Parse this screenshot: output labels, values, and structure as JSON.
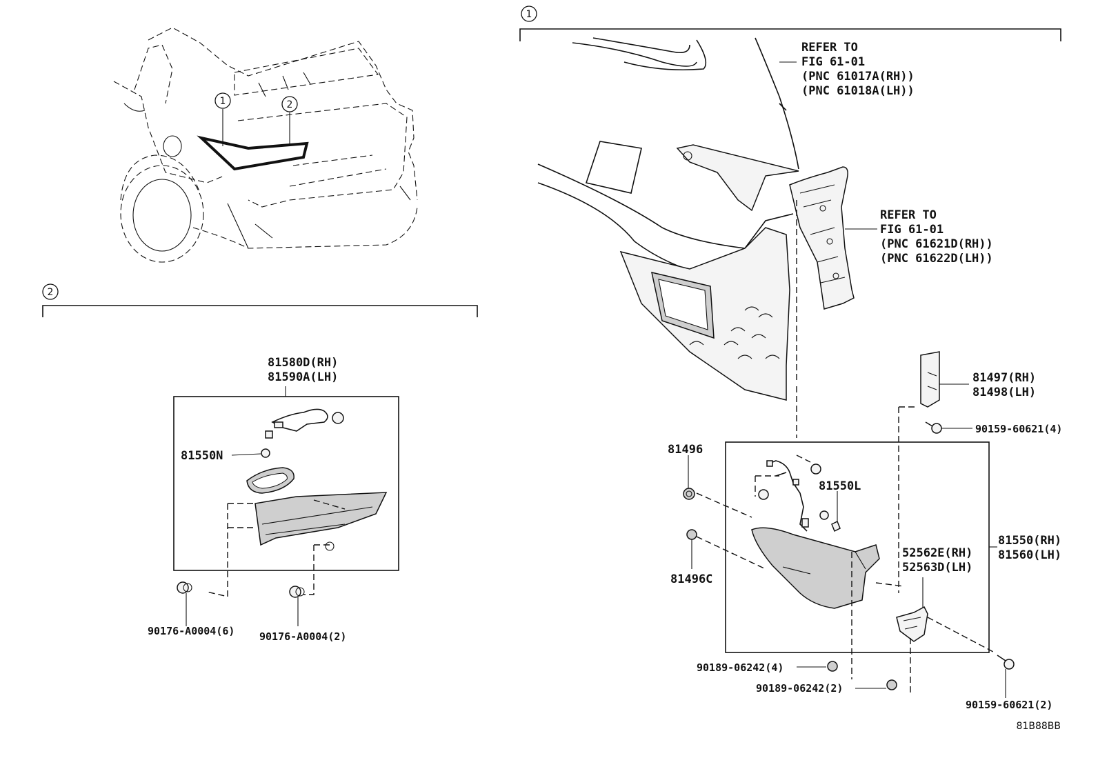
{
  "figure_code": "81B88BB",
  "callouts": {
    "one": "1",
    "two": "2"
  },
  "refs": {
    "ref1": [
      "REFER TO",
      "FIG 61-01",
      "(PNC 61017A(RH))",
      "(PNC 61018A(LH))"
    ],
    "ref2": [
      "REFER TO",
      "FIG 61-01",
      "(PNC 61621D(RH))",
      "(PNC 61622D(LH))"
    ]
  },
  "parts_left": {
    "assy_rh": "81580D(RH)",
    "assy_lh": "81590A(LH)",
    "socket": "81550N",
    "clip1": "90176-A0004(6)",
    "clip2": "90176-A0004(2)"
  },
  "parts_right": {
    "p81497": "81497(RH)",
    "p81498": "81498(LH)",
    "screw4": "90159-60621(4)",
    "p81496": "81496",
    "p81550l": "81550L",
    "p81550": "81550(RH)",
    "p81560": "81560(LH)",
    "p81496c": "81496C",
    "p52562": "52562E(RH)",
    "p52563": "52563D(LH)",
    "bolt4": "90189-06242(4)",
    "bolt2": "90189-06242(2)",
    "screw2": "90159-60621(2)"
  }
}
